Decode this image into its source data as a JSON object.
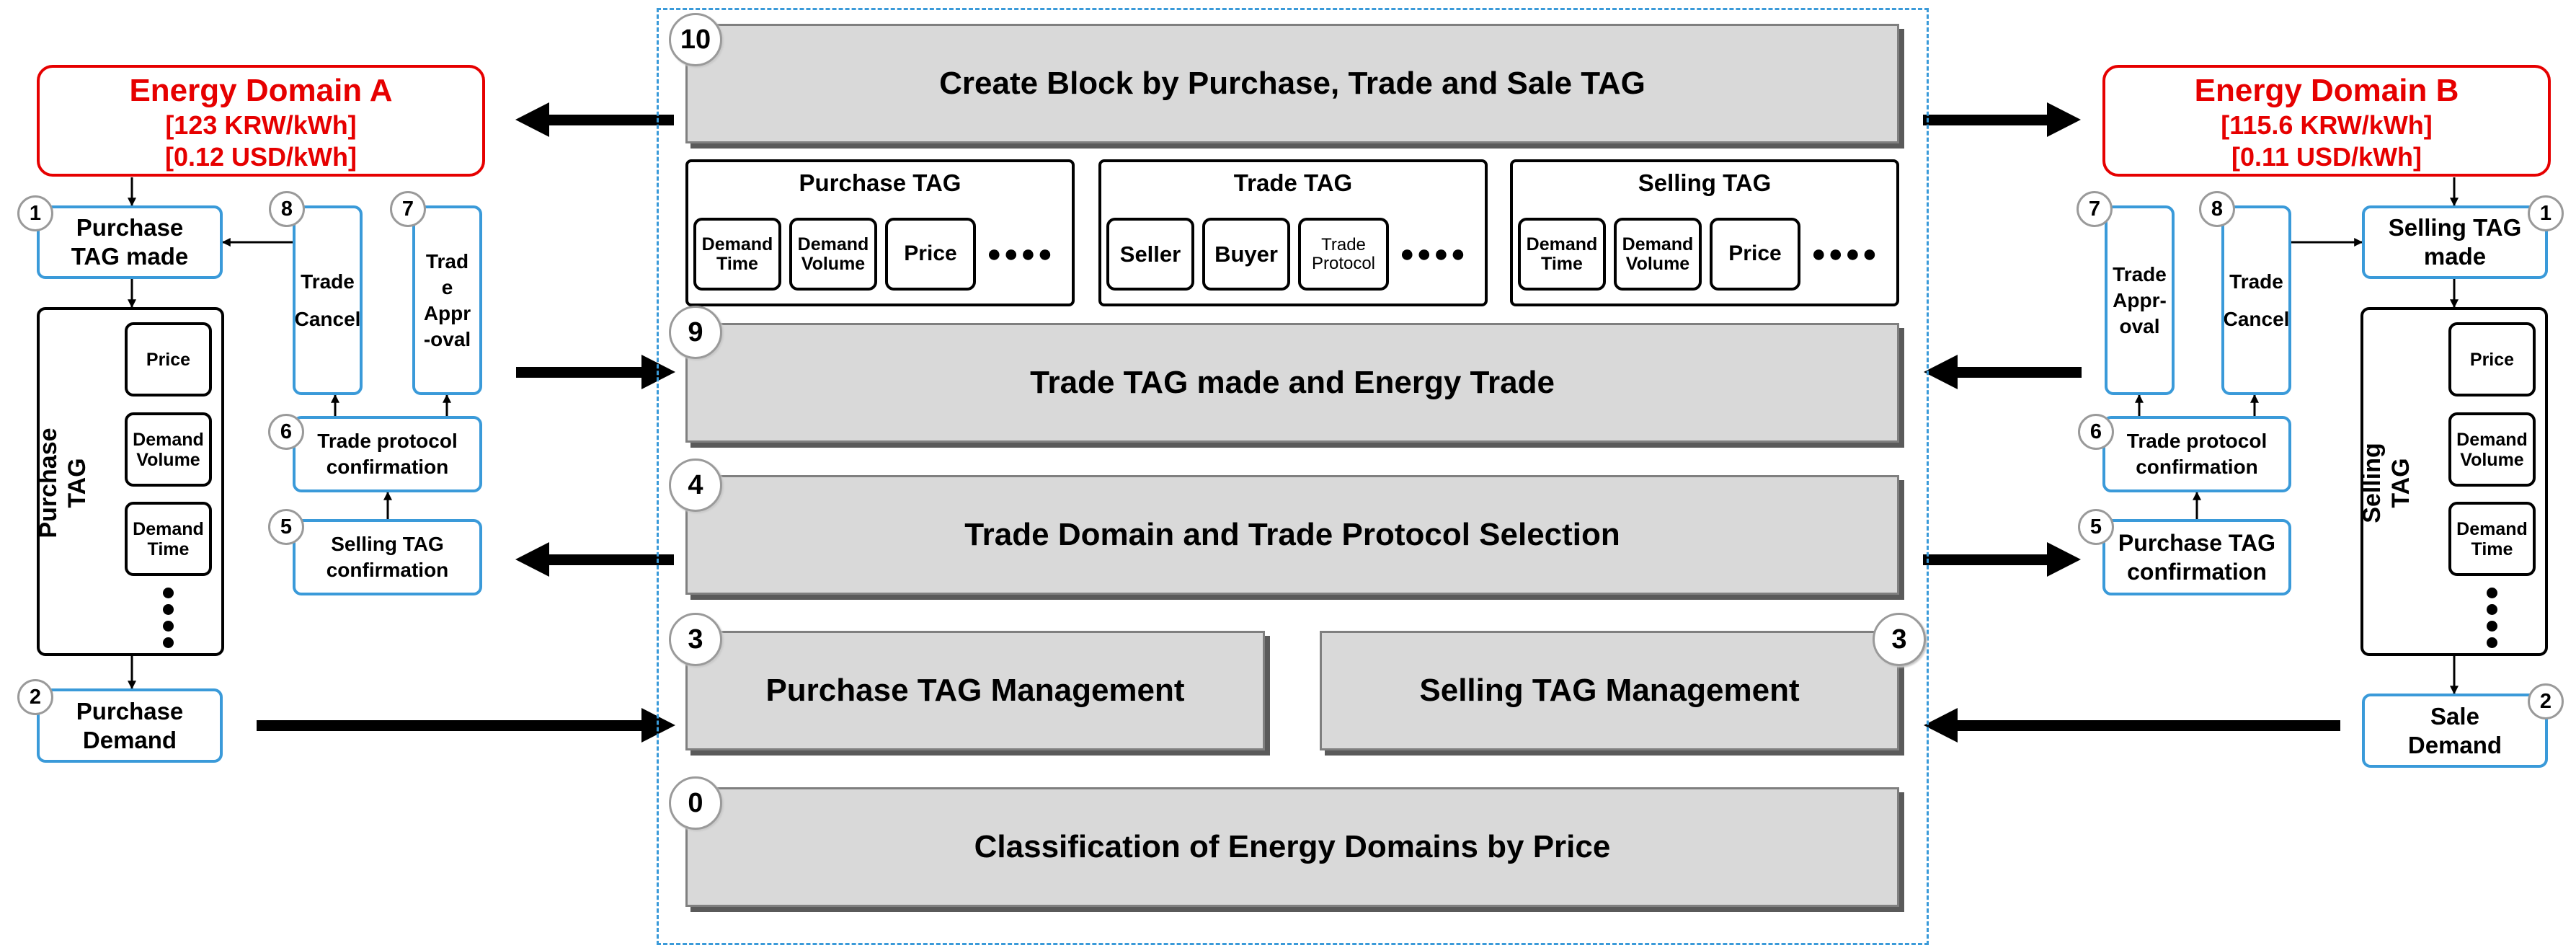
{
  "center": {
    "step10_num": "10",
    "step10_label": "Create Block by Purchase, Trade and Sale TAG",
    "step9_num": "9",
    "step9_label": "Trade TAG made and Energy Trade",
    "step4_num": "4",
    "step4_label": "Trade Domain and Trade Protocol Selection",
    "step3_num": "3",
    "step3_left_label": "Purchase TAG Management",
    "step3_right_label": "Selling TAG Management",
    "step0_num": "0",
    "step0_label": "Classification of Energy Domains by Price",
    "purchase_tag": {
      "title": "Purchase TAG",
      "items": [
        "Demand\nTime",
        "Demand\nVolume",
        "Price"
      ],
      "more": "●●●●"
    },
    "trade_tag": {
      "title": "Trade TAG",
      "items": [
        "Seller",
        "Buyer",
        "Trade\nProtocol"
      ],
      "more": "●●●●"
    },
    "selling_tag": {
      "title": "Selling TAG",
      "items": [
        "Demand\nTime",
        "Demand\nVolume",
        "Price"
      ],
      "more": "●●●●"
    }
  },
  "domain_a": {
    "title": "Energy Domain A",
    "price_krw": "[123 KRW/kWh]",
    "price_usd": "[0.12 USD/kWh]",
    "tag_made": {
      "num": "1",
      "label": "Purchase\nTAG made"
    },
    "demand": {
      "num": "2",
      "label": "Purchase\nDemand"
    },
    "tag_confirm": {
      "num": "5",
      "label": "Selling TAG\nconfirmation"
    },
    "protocol_confirm": {
      "num": "6",
      "label": "Trade protocol\nconfirmation"
    },
    "approval": {
      "num": "7",
      "label": "Trad\ne\nAppr\n-oval"
    },
    "cancel": {
      "num": "8",
      "label": "Trade\nCancel"
    },
    "tag_container": {
      "label": "Purchase\nTAG",
      "items": [
        "Price",
        "Demand\nVolume",
        "Demand\nTime"
      ]
    }
  },
  "domain_b": {
    "title": "Energy Domain B",
    "price_krw": "[115.6 KRW/kWh]",
    "price_usd": "[0.11 USD/kWh]",
    "tag_made": {
      "num": "1",
      "label": "Selling TAG\nmade"
    },
    "demand": {
      "num": "2",
      "label": "Sale\nDemand"
    },
    "tag_confirm": {
      "num": "5",
      "label": "Purchase TAG\nconfirmation"
    },
    "protocol_confirm": {
      "num": "6",
      "label": "Trade protocol\nconfirmation"
    },
    "approval": {
      "num": "7",
      "label": "Trade\nAppr-\noval"
    },
    "cancel": {
      "num": "8",
      "label": "Trade\nCancel"
    },
    "tag_container": {
      "label": "Selling\nTAG",
      "items": [
        "Price",
        "Demand\nVolume",
        "Demand\nTime"
      ]
    }
  },
  "colors": {
    "domain_red": "#e60000",
    "flow_blue": "#3a9ad9",
    "step_gray": "#d9d9d9"
  }
}
